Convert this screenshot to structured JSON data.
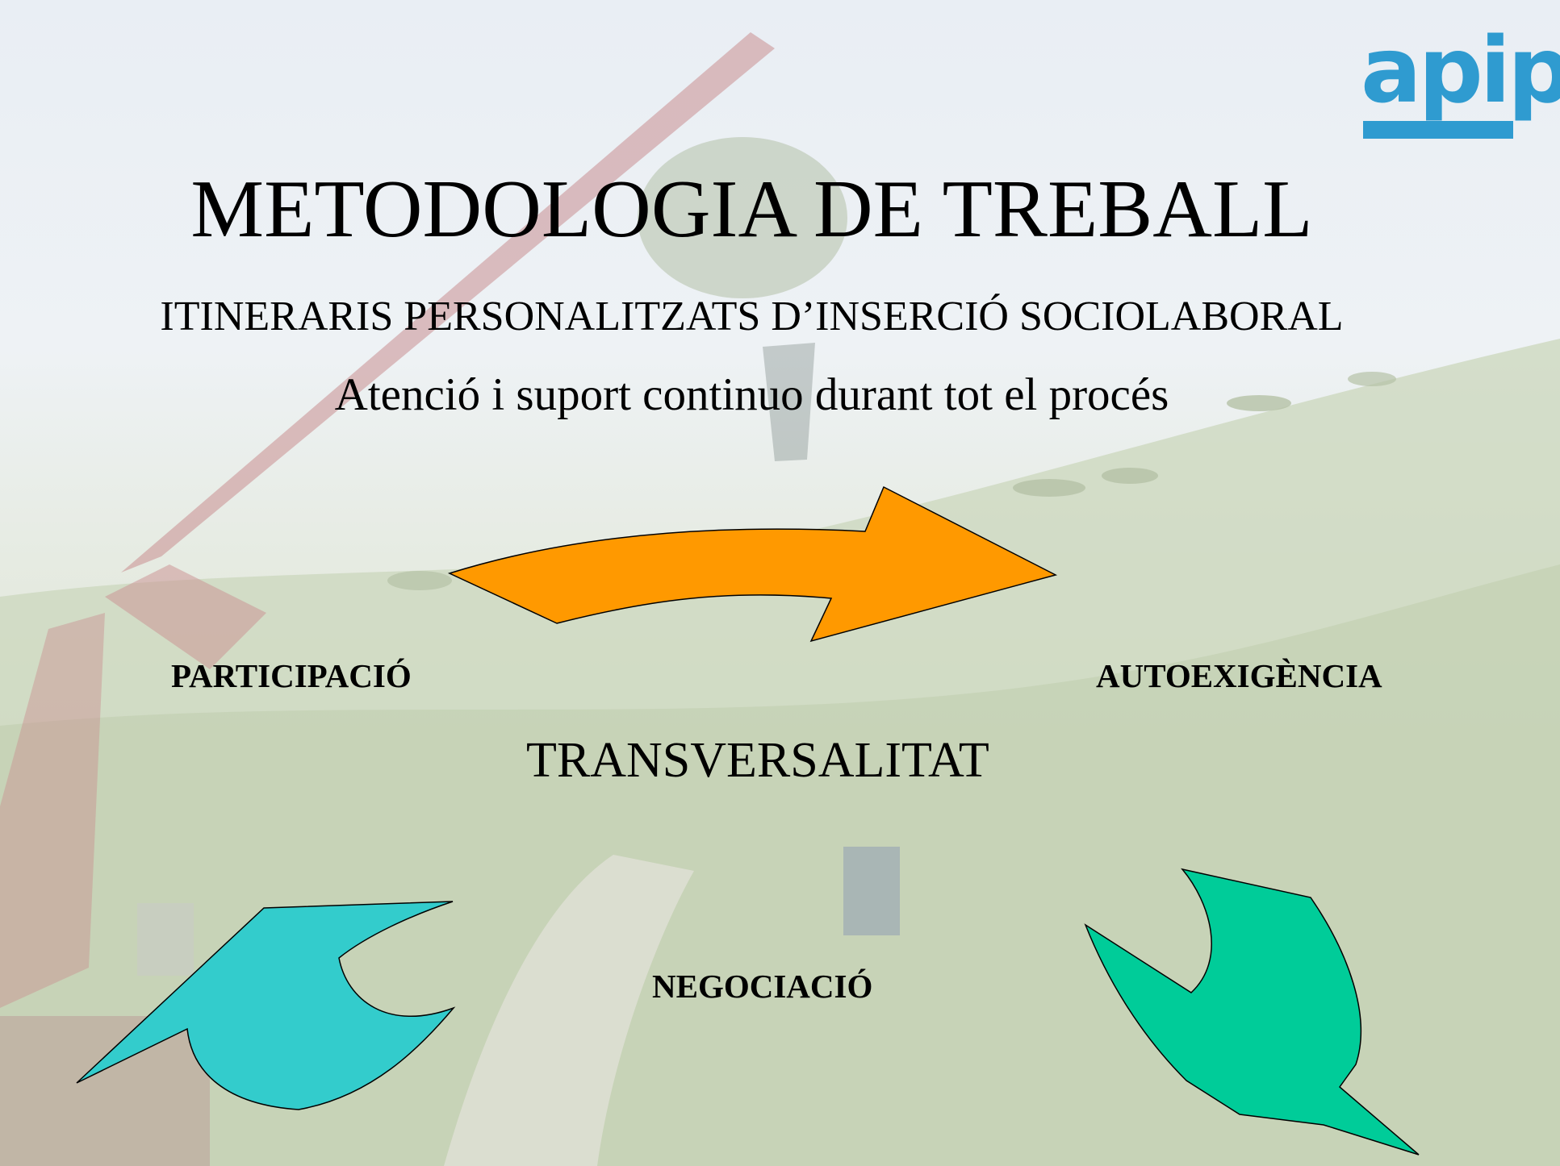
{
  "logo": {
    "text": "apip",
    "color": "#2f9bd0"
  },
  "title": "METODOLOGIA DE TREBALL",
  "subtitle": "ITINERARIS PERSONALITZATS D’INSERCIÓ SOCIOLABORAL",
  "subtitle2": "Atenció i suport continuo durant tot el procés",
  "diagram": {
    "center": "TRANSVERSALITAT",
    "nodes": {
      "left": "PARTICIPACIÓ",
      "right": "AUTOEXIGÈNCIA",
      "bottom": "NEGOCIACIÓ"
    },
    "arrow_colors": {
      "top": "#ff9900",
      "bottom_left": "#33cccc",
      "bottom_right": "#00cc99"
    }
  }
}
